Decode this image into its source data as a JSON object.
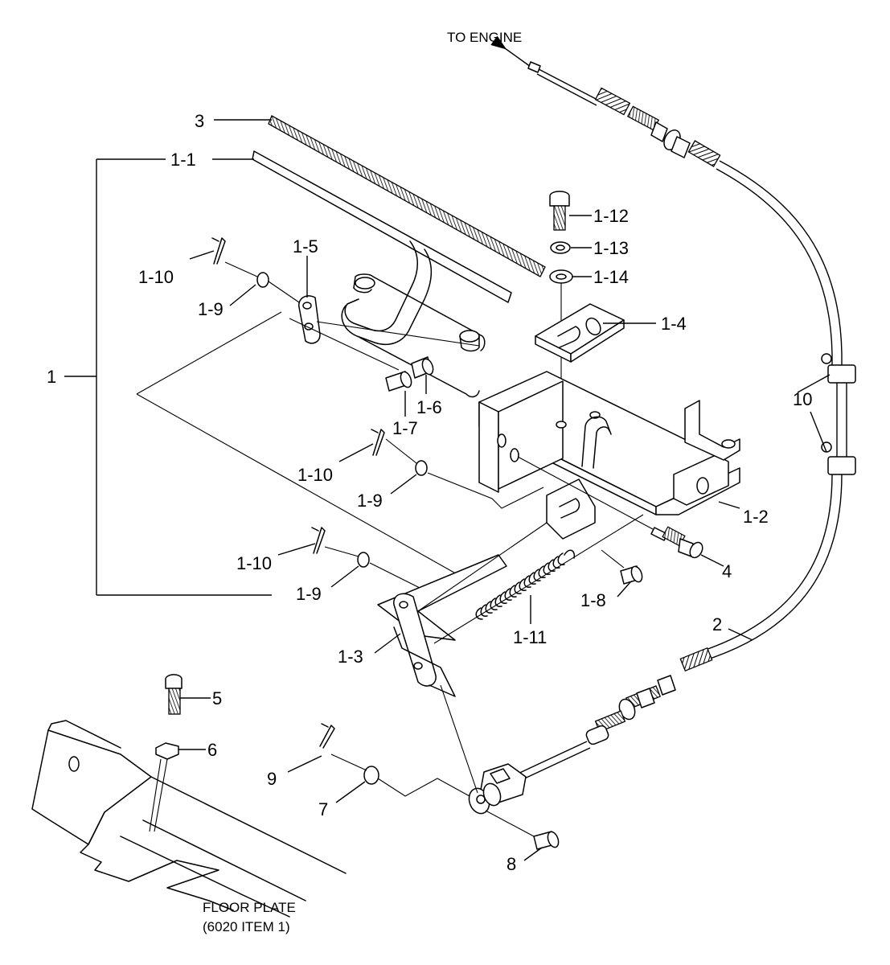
{
  "notes": {
    "to_engine": "TO ENGINE",
    "floor_plate_line1": "FLOOR PLATE",
    "floor_plate_line2": "(6020 ITEM 1)"
  },
  "callouts": {
    "c3": "3",
    "c1_1": "1-1",
    "c1_12": "1-12",
    "c1_13": "1-13",
    "c1_14": "1-14",
    "c1_5": "1-5",
    "c1_10a": "1-10",
    "c1_9a": "1-9",
    "c1_4": "1-4",
    "c1_6": "1-6",
    "c1_7": "1-7",
    "c1": "1",
    "c10": "10",
    "c1_10b": "1-10",
    "c1_9b": "1-9",
    "c1_2": "1-2",
    "c4": "4",
    "c1_10c": "1-10",
    "c1_9c": "1-9",
    "c1_8": "1-8",
    "c1_11": "1-11",
    "c1_3": "1-3",
    "c2": "2",
    "c5": "5",
    "c6": "6",
    "c9": "9",
    "c7": "7",
    "c8": "8"
  },
  "colors": {
    "line": "#000000",
    "background": "#ffffff"
  }
}
